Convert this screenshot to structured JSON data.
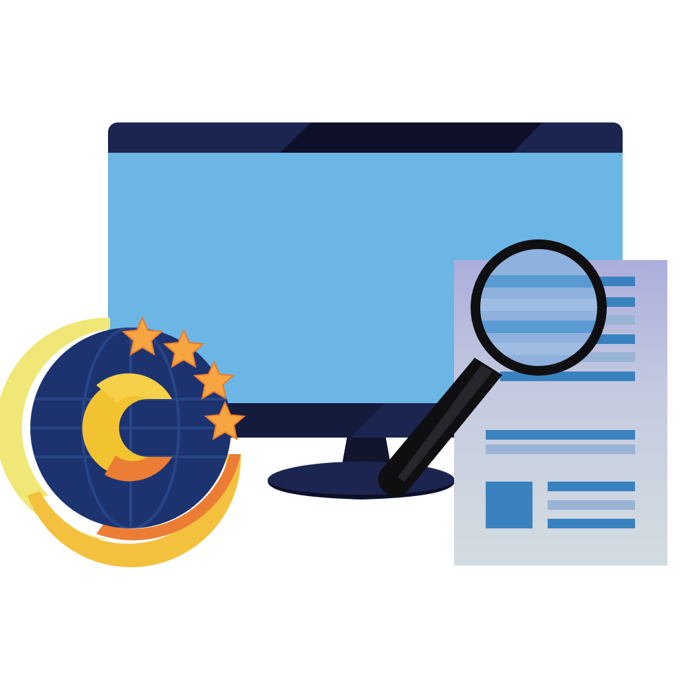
{
  "scene": {
    "monitor_icon": "desktop-monitor",
    "copyright_badge_icon": "copyright-globe-badge",
    "badge_letter": "C",
    "badge_star_count": 4,
    "document_icon": "document-page",
    "magnifier_icon": "magnifying-glass"
  },
  "colors": {
    "screen": "#6cb6e6",
    "bezel": "#1b2550",
    "bezel_dark": "#0e1129",
    "globe": "#1c3370",
    "ring_yellow": "#f0e777",
    "ring_orange": "#ec7d34",
    "letter_yellow": "#f2c330",
    "star": "#f7a541",
    "doc_top": "#aaaedc",
    "doc_bottom": "#d2dbe0",
    "doc_line_dark": "#3a82bf",
    "doc_line_light": "#9ab4d6",
    "glass": "#7fa6d8"
  }
}
